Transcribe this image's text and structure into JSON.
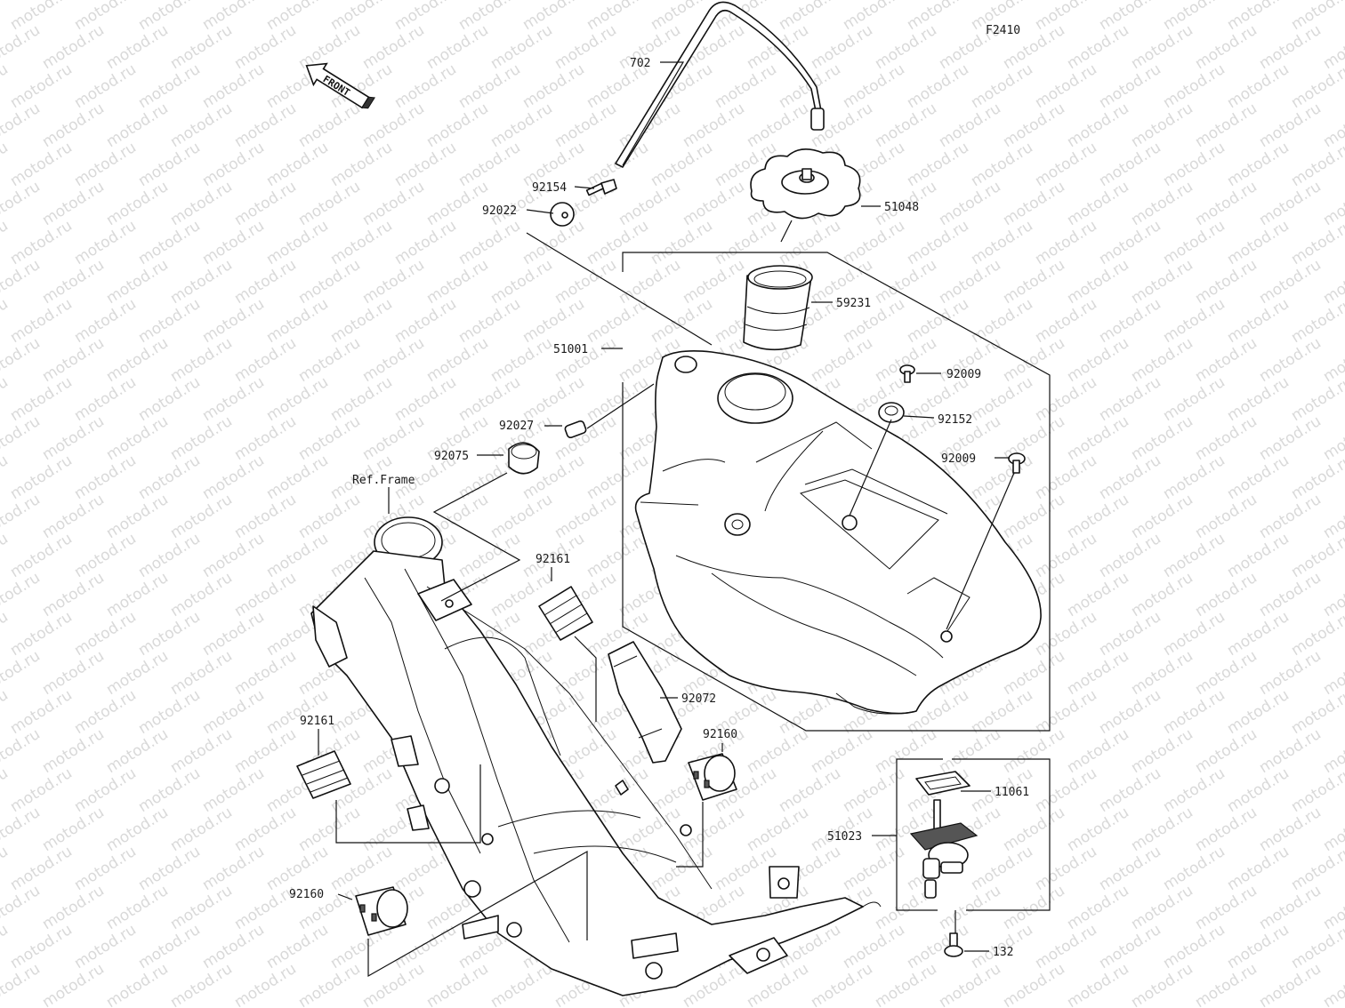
{
  "diagram": {
    "code": "F2410",
    "watermark": "motod.ru",
    "front_label": "FRONT",
    "ref_label": "Ref.Frame",
    "callouts": [
      {
        "id": "c702",
        "label": "702"
      },
      {
        "id": "c92154",
        "label": "92154"
      },
      {
        "id": "c92022",
        "label": "92022"
      },
      {
        "id": "c51048",
        "label": "51048"
      },
      {
        "id": "c59231",
        "label": "59231"
      },
      {
        "id": "c51001",
        "label": "51001"
      },
      {
        "id": "c92009a",
        "label": "92009"
      },
      {
        "id": "c92152",
        "label": "92152"
      },
      {
        "id": "c92027",
        "label": "92027"
      },
      {
        "id": "c92075",
        "label": "92075"
      },
      {
        "id": "c92009b",
        "label": "92009"
      },
      {
        "id": "c92161a",
        "label": "92161"
      },
      {
        "id": "c92072",
        "label": "92072"
      },
      {
        "id": "c92161b",
        "label": "92161"
      },
      {
        "id": "c92160a",
        "label": "92160"
      },
      {
        "id": "c11061",
        "label": "11061"
      },
      {
        "id": "c51023",
        "label": "51023"
      },
      {
        "id": "c92160b",
        "label": "92160"
      },
      {
        "id": "c132",
        "label": "132"
      }
    ]
  }
}
